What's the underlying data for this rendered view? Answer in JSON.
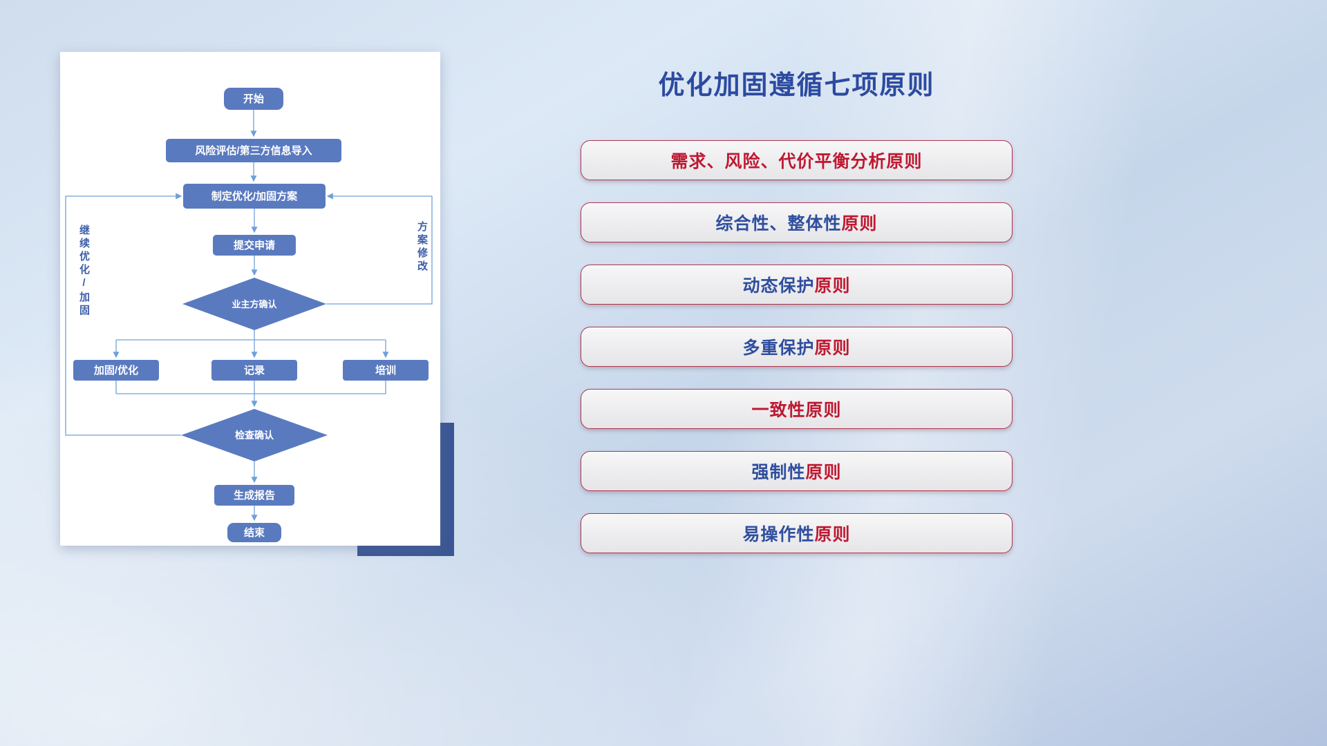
{
  "slide": {
    "flowchart": {
      "nodes": {
        "start": "开始",
        "risk_import": "风险评估/第三方信息导入",
        "make_plan": "制定优化/加固方案",
        "submit": "提交申请",
        "owner_confirm": "业主方确认",
        "harden_optimize": "加固/优化",
        "record": "记录",
        "training": "培训",
        "check_confirm": "检查确认",
        "report": "生成报告",
        "end": "结束"
      },
      "loop_labels": {
        "continue": "继续优化/加固",
        "revise": "方案修改"
      }
    },
    "panel": {
      "title": "优化加固遵循七项原则",
      "principles": [
        {
          "segments": [
            {
              "text": "需求、风险、代价平衡分析原则",
              "color": "#be1931"
            }
          ]
        },
        {
          "segments": [
            {
              "text": "综合性、整体性",
              "color": "#2f4e9e"
            },
            {
              "text": "原则",
              "color": "#be1931"
            }
          ]
        },
        {
          "segments": [
            {
              "text": "动态保护",
              "color": "#2f4e9e"
            },
            {
              "text": "原则",
              "color": "#be1931"
            }
          ]
        },
        {
          "segments": [
            {
              "text": "多重保护",
              "color": "#2f4e9e"
            },
            {
              "text": "原则",
              "color": "#be1931"
            }
          ]
        },
        {
          "segments": [
            {
              "text": "一致性原则",
              "color": "#be1931"
            }
          ]
        },
        {
          "segments": [
            {
              "text": "强制性",
              "color": "#2f4e9e"
            },
            {
              "text": "原则",
              "color": "#be1931"
            }
          ]
        },
        {
          "segments": [
            {
              "text": "易操作性",
              "color": "#2f4e9e"
            },
            {
              "text": "原则",
              "color": "#be1931"
            }
          ]
        }
      ]
    },
    "colors": {
      "node_fill": "#5a7ac0",
      "connector": "#6fa0d8",
      "accent_rect": "#3c5795",
      "title_blue": "#2c4aa0",
      "pill_border": "#b03049"
    }
  }
}
